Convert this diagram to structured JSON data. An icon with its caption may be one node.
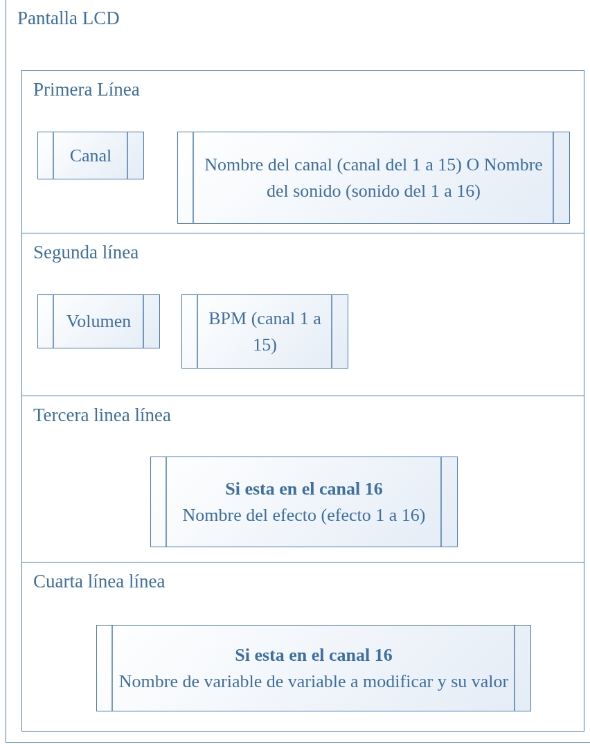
{
  "diagram": {
    "nodes": [
      {
        "text": [
          "Pantalla LCD"
        ]
      },
      {
        "text": [
          "Primera Línea"
        ],
        "in": 0
      },
      {
        "text": [
          "Canal"
        ],
        "in": 1
      },
      {
        "text": [
          "Nombre del canal (canal del 1 a 15) O Nombre del sonido (sonido del 1 a 16)"
        ],
        "in": 1
      },
      {
        "text": [
          "Segunda línea"
        ],
        "in": 0
      },
      {
        "text": [
          "Volumen"
        ],
        "in": 4
      },
      {
        "text": [
          "BPM (canal 1 a 15)"
        ],
        "in": 4
      },
      {
        "text": [
          "Tercera linea línea"
        ],
        "in": 0
      },
      {
        "text": [
          "Si esta en el canal 16",
          "Nombre del efecto (efecto 1 a 16)"
        ],
        "in": 7
      },
      {
        "text": [
          "Cuarta línea línea"
        ],
        "in": 0
      },
      {
        "text": [
          "Si esta en el canal 16",
          "Nombre de variable de variable a modificar y su valor"
        ],
        "in": 9
      }
    ]
  }
}
